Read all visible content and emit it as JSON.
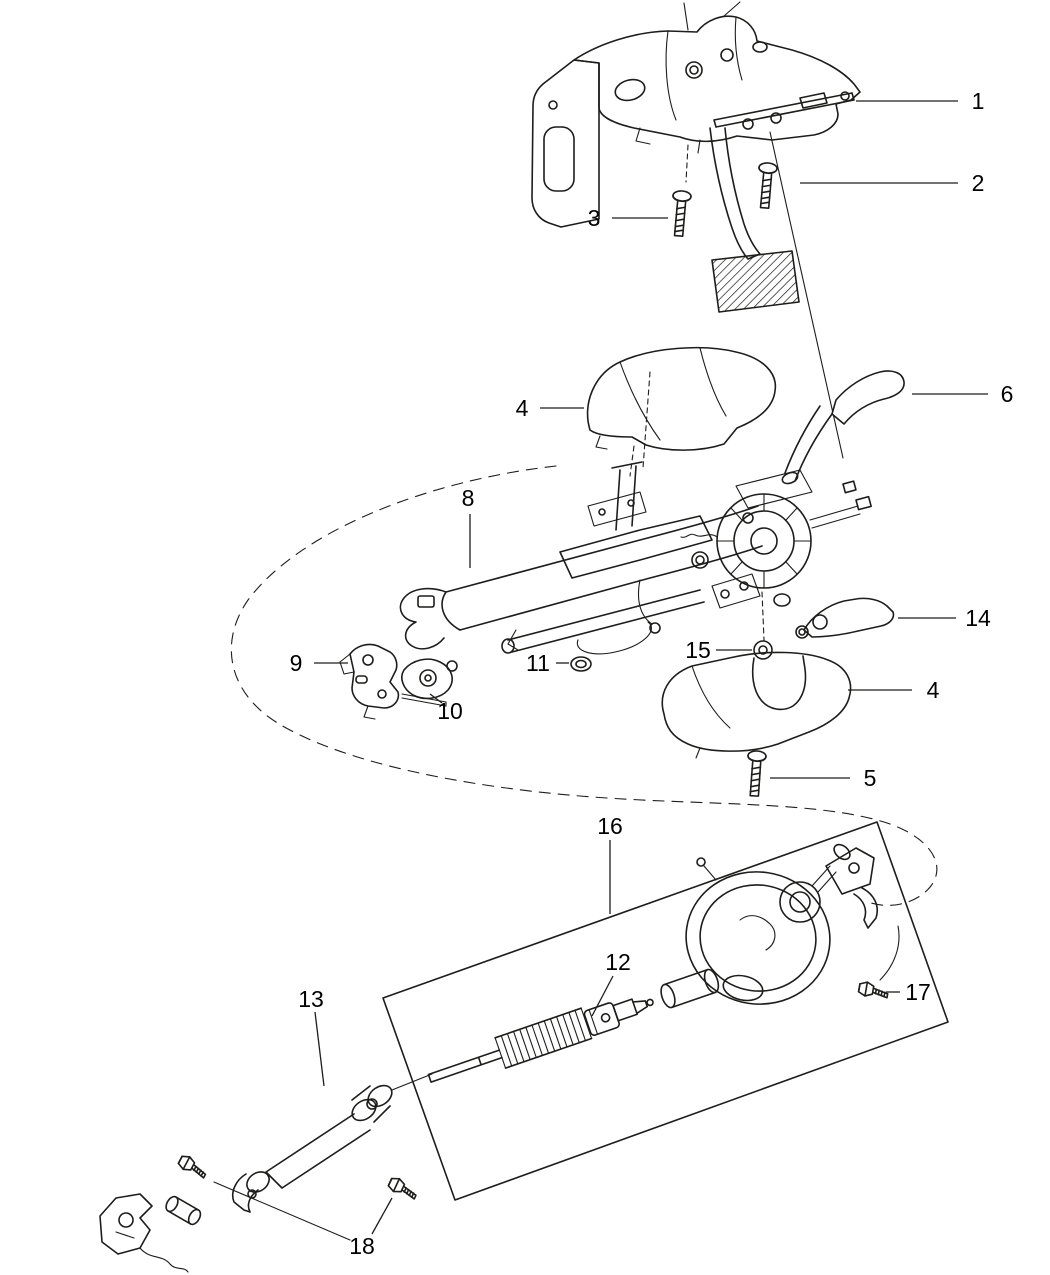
{
  "diagram": {
    "kind": "exploded-parts-diagram",
    "subject": "steering-column-assembly",
    "background_color": "#ffffff",
    "line_color": "#1d1d1b"
  },
  "callouts": {
    "n1": "1",
    "n2": "2",
    "n3": "3",
    "n4_upper": "4",
    "n4_lower": "4",
    "n5": "5",
    "n6": "6",
    "n8": "8",
    "n9": "9",
    "n10": "10",
    "n11": "11",
    "n12": "12",
    "n13": "13",
    "n14": "14",
    "n15": "15",
    "n16": "16",
    "n17": "17",
    "n18": "18"
  }
}
